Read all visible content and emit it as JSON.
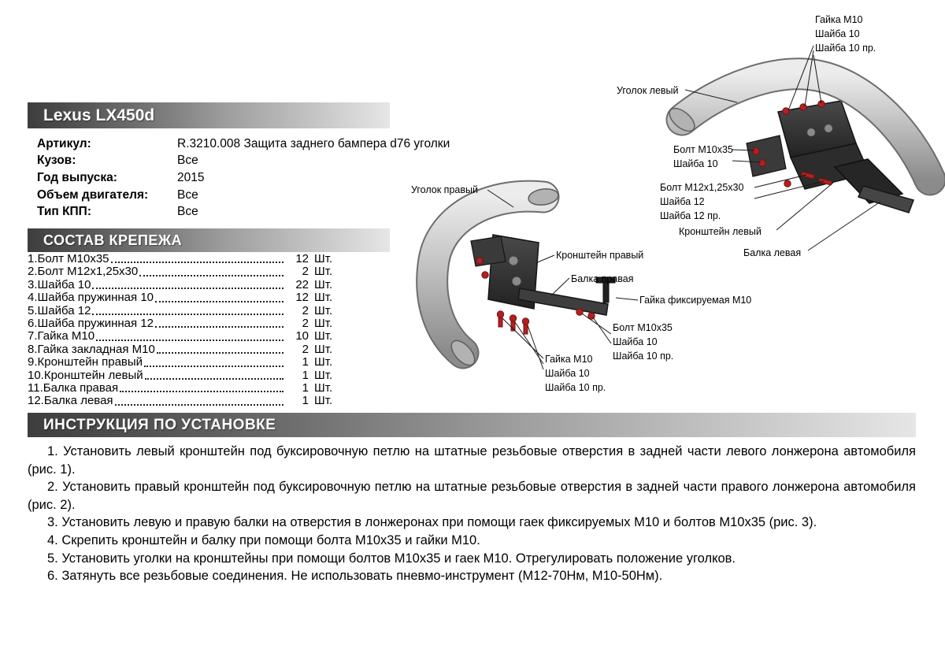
{
  "model_header": {
    "title": "Lexus LX450d"
  },
  "specs": {
    "rows": [
      {
        "label": "Артикул:",
        "value": "R.3210.008 Защита заднего бампера d76 уголки"
      },
      {
        "label": "Кузов:",
        "value": "Все"
      },
      {
        "label": "Год выпуска:",
        "value": "2015"
      },
      {
        "label": "Объем двигателя:",
        "value": "Все"
      },
      {
        "label": "Тип КПП:",
        "value": "Все"
      }
    ]
  },
  "fasteners": {
    "title": "СОСТАВ КРЕПЕЖА",
    "items": [
      {
        "name": "1.Болт М10х35",
        "qty": "12",
        "unit": "Шт."
      },
      {
        "name": "2.Болт М12х1,25х30",
        "qty": "2",
        "unit": "Шт."
      },
      {
        "name": "3.Шайба 10",
        "qty": "22",
        "unit": "Шт."
      },
      {
        "name": "4.Шайба пружинная 10",
        "qty": "12",
        "unit": "Шт."
      },
      {
        "name": "5.Шайба 12",
        "qty": "2",
        "unit": "Шт."
      },
      {
        "name": "6.Шайба пружинная 12",
        "qty": "2",
        "unit": "Шт."
      },
      {
        "name": "7.Гайка М10",
        "qty": "10",
        "unit": "Шт."
      },
      {
        "name": "8.Гайка закладная М10",
        "qty": "2",
        "unit": "Шт."
      },
      {
        "name": "9.Кронштейн правый",
        "qty": "1",
        "unit": "Шт."
      },
      {
        "name": "10.Кронштейн левый",
        "qty": "1",
        "unit": "Шт."
      },
      {
        "name": "11.Балка правая",
        "qty": "1",
        "unit": "Шт."
      },
      {
        "name": "12.Балка левая",
        "qty": "1",
        "unit": "Шт."
      }
    ]
  },
  "instructions": {
    "title": "ИНСТРУКЦИЯ ПО УСТАНОВКЕ",
    "steps": [
      "1. Установить левый кронштейн под буксировочную петлю на штатные резьбовые отверстия в задней части левого лонжерона автомобиля (рис. 1).",
      "2. Установить правый кронштейн под буксировочную петлю на штатные резьбовые отверстия в задней части правого лонжерона автомобиля (рис. 2).",
      "3. Установить левую и правую балки на отверстия в лонжеронах при помощи гаек фиксируемых М10 и болтов М10х35 (рис. 3).",
      "4. Скрепить кронштейн и балку при помощи болта М10х35 и гайки М10.",
      "5. Установить уголки на кронштейны при помощи болтов М10х35 и гаек М10. Отрегулировать положение уголков.",
      "6. Затянуть все резьбовые соединения. Не использовать пневмо-инструмент (М12-70Нм, М10-50Нм)."
    ]
  },
  "diagram": {
    "labels": {
      "top_nut_group": [
        "Гайка М10",
        "Шайба 10",
        "Шайба 10 пр."
      ],
      "corner_left": "Уголок левый",
      "bolt_m10_upper": [
        "Болт М10х35",
        "Шайба 10"
      ],
      "bolt_m12_group": [
        "Болт М12х1,25х30",
        "Шайба 12",
        "Шайба 12 пр."
      ],
      "bracket_left": "Кронштейн левый",
      "beam_left": "Балка левая",
      "corner_right": "Уголок правый",
      "bracket_right": "Кронштейн правый",
      "beam_right": "Балка правая",
      "fixing_nut": "Гайка фиксируемая М10",
      "bolt_m10_lower": [
        "Болт М10х35",
        "Шайба 10",
        "Шайба 10 пр."
      ],
      "nut_m10_bottom": [
        "Гайка М10",
        "Шайба 10",
        "Шайба 10 пр."
      ]
    }
  }
}
